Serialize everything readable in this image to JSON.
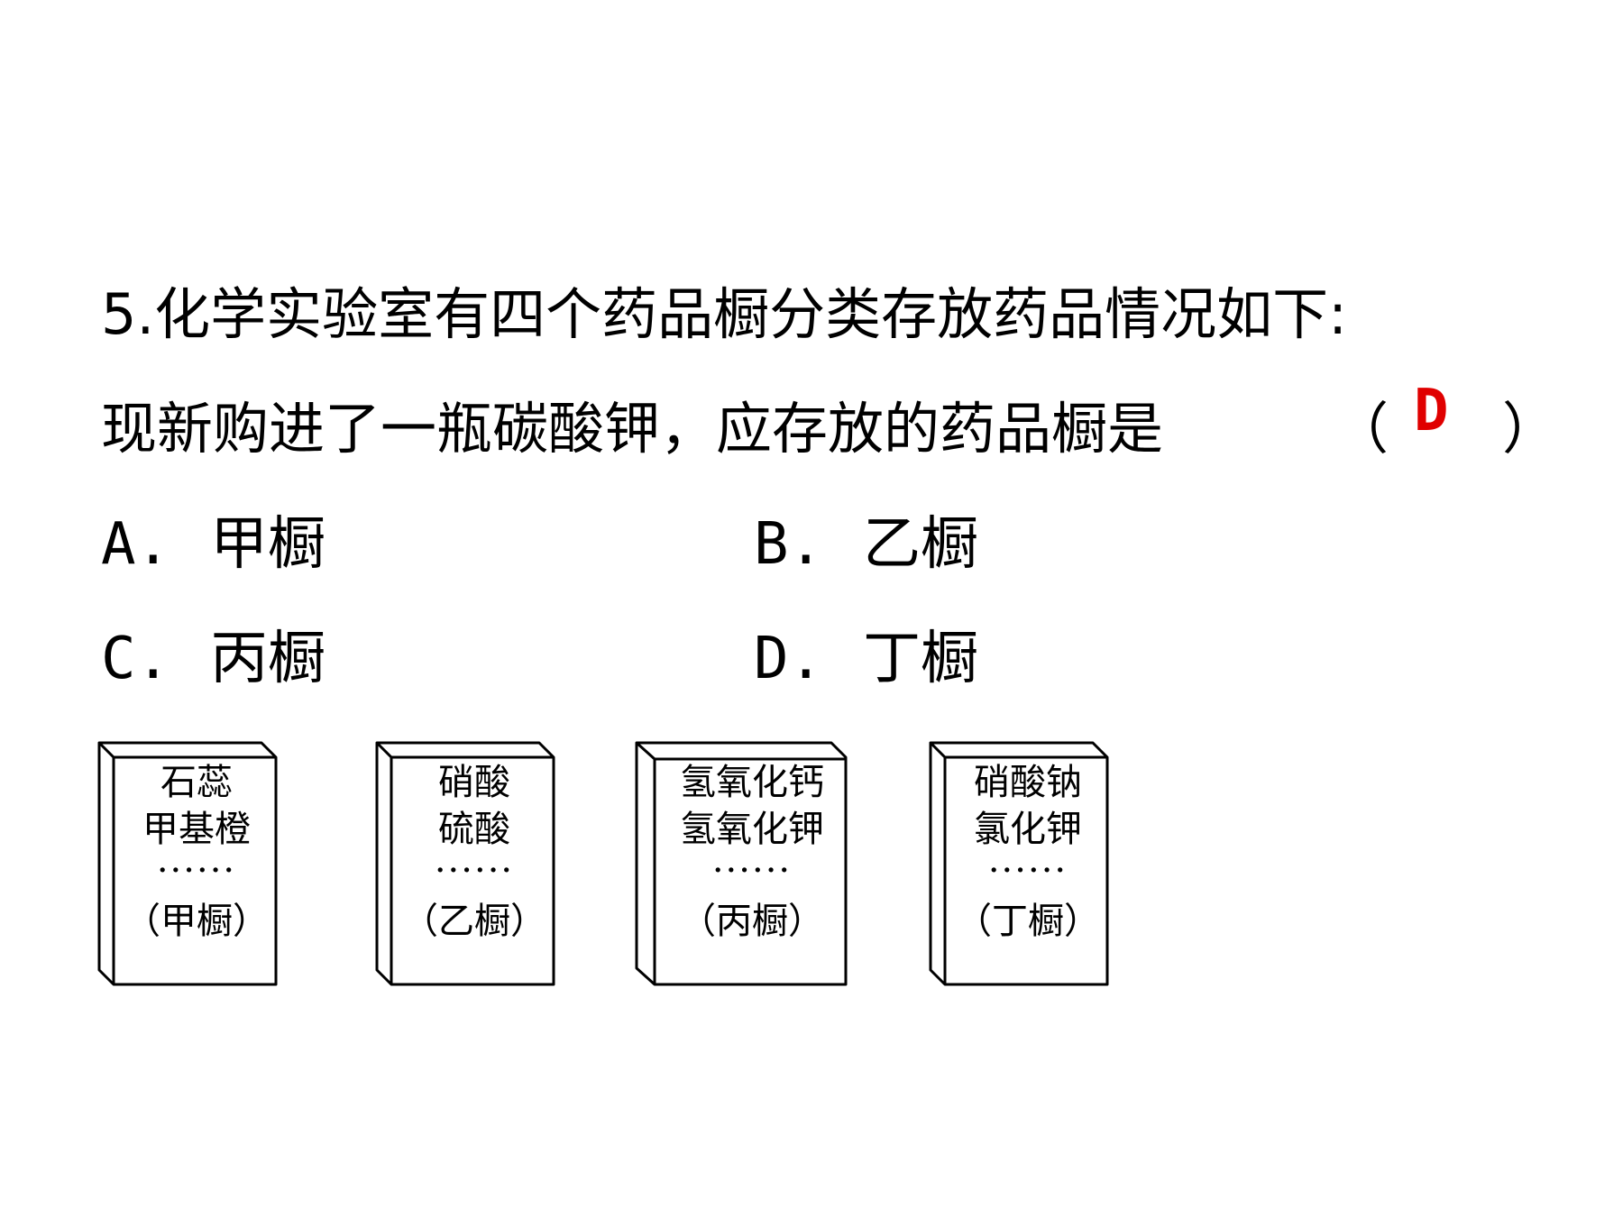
{
  "question": {
    "line1": "5.化学实验室有四个药品橱分类存放药品情况如下:",
    "line2": "现新购进了一瓶碳酸钾，应存放的药品橱是",
    "paren_open": "（",
    "paren_close": "）",
    "answer": "D"
  },
  "options": [
    {
      "letter": "A.",
      "text": "甲橱"
    },
    {
      "letter": "B.",
      "text": "乙橱"
    },
    {
      "letter": "C.",
      "text": "丙橱"
    },
    {
      "letter": "D.",
      "text": "丁橱"
    }
  ],
  "cabinets": [
    {
      "line1": "石蕊",
      "line2": "甲基橙",
      "dots": "······",
      "name": "（甲橱）"
    },
    {
      "line1": "硝酸",
      "line2": "硫酸",
      "dots": "······",
      "name": "（乙橱）"
    },
    {
      "line1": "氢氧化钙",
      "line2": "氢氧化钾",
      "dots": "······",
      "name": "（丙橱）"
    },
    {
      "line1": "硝酸钠",
      "line2": "氯化钾",
      "dots": "······",
      "name": "（丁橱）"
    }
  ],
  "colors": {
    "answer": "#e00000",
    "text": "#000000",
    "background": "#ffffff"
  }
}
